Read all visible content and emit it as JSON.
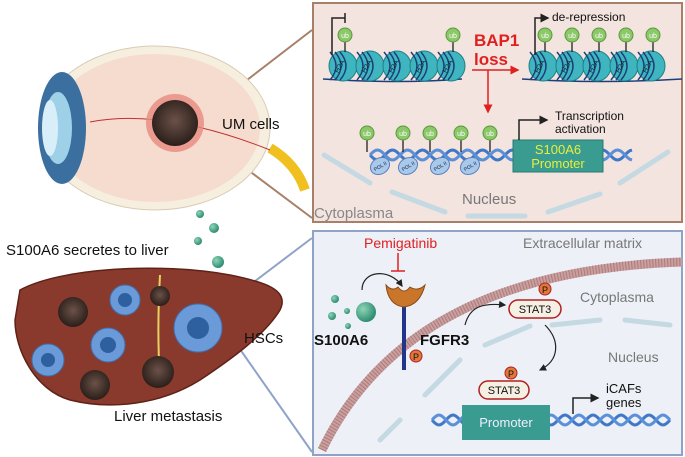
{
  "left": {
    "um_cells_label": "UM cells",
    "secretion_label": "S100A6 secretes to liver",
    "hscs_label": "HSCs",
    "liver_label": "Liver metastasis"
  },
  "top_panel": {
    "ub_label": "ub",
    "histone_label": "H2A",
    "bap1_line1": "BAP1",
    "bap1_line2": "loss",
    "derepression_label": "de-repression",
    "transcription_line1": "Transcription",
    "transcription_line2": "activation",
    "promoter_line1": "S100A6",
    "promoter_line2": "Promoter",
    "pol_label": "POL II",
    "nucleus_label": "Nucleus",
    "cytoplasma_label": "Cytoplasma"
  },
  "bottom_panel": {
    "drug_label": "Pemigatinib",
    "ecm_label": "Extracellular matrix",
    "cytoplasma_label": "Cytoplasma",
    "nucleus_label": "Nucleus",
    "ligand_label": "S100A6",
    "receptor_label": "FGFR3",
    "phospho_label": "P",
    "stat3_label": "STAT3",
    "promoter_label": "Promoter",
    "genes_line1": "iCAFs",
    "genes_line2": "genes"
  },
  "colors": {
    "top_panel_bg": "#f3e4df",
    "top_panel_border": "#a8806a",
    "bottom_panel_bg": "#edf0f6",
    "bottom_panel_border": "#8fa3c9",
    "red_accent": "#e02020",
    "promoter": "#3a9c90",
    "promoter_text_top": "#e8ef3a",
    "ub": "#8cc86a",
    "nucleosome": "#3fb6bf"
  }
}
